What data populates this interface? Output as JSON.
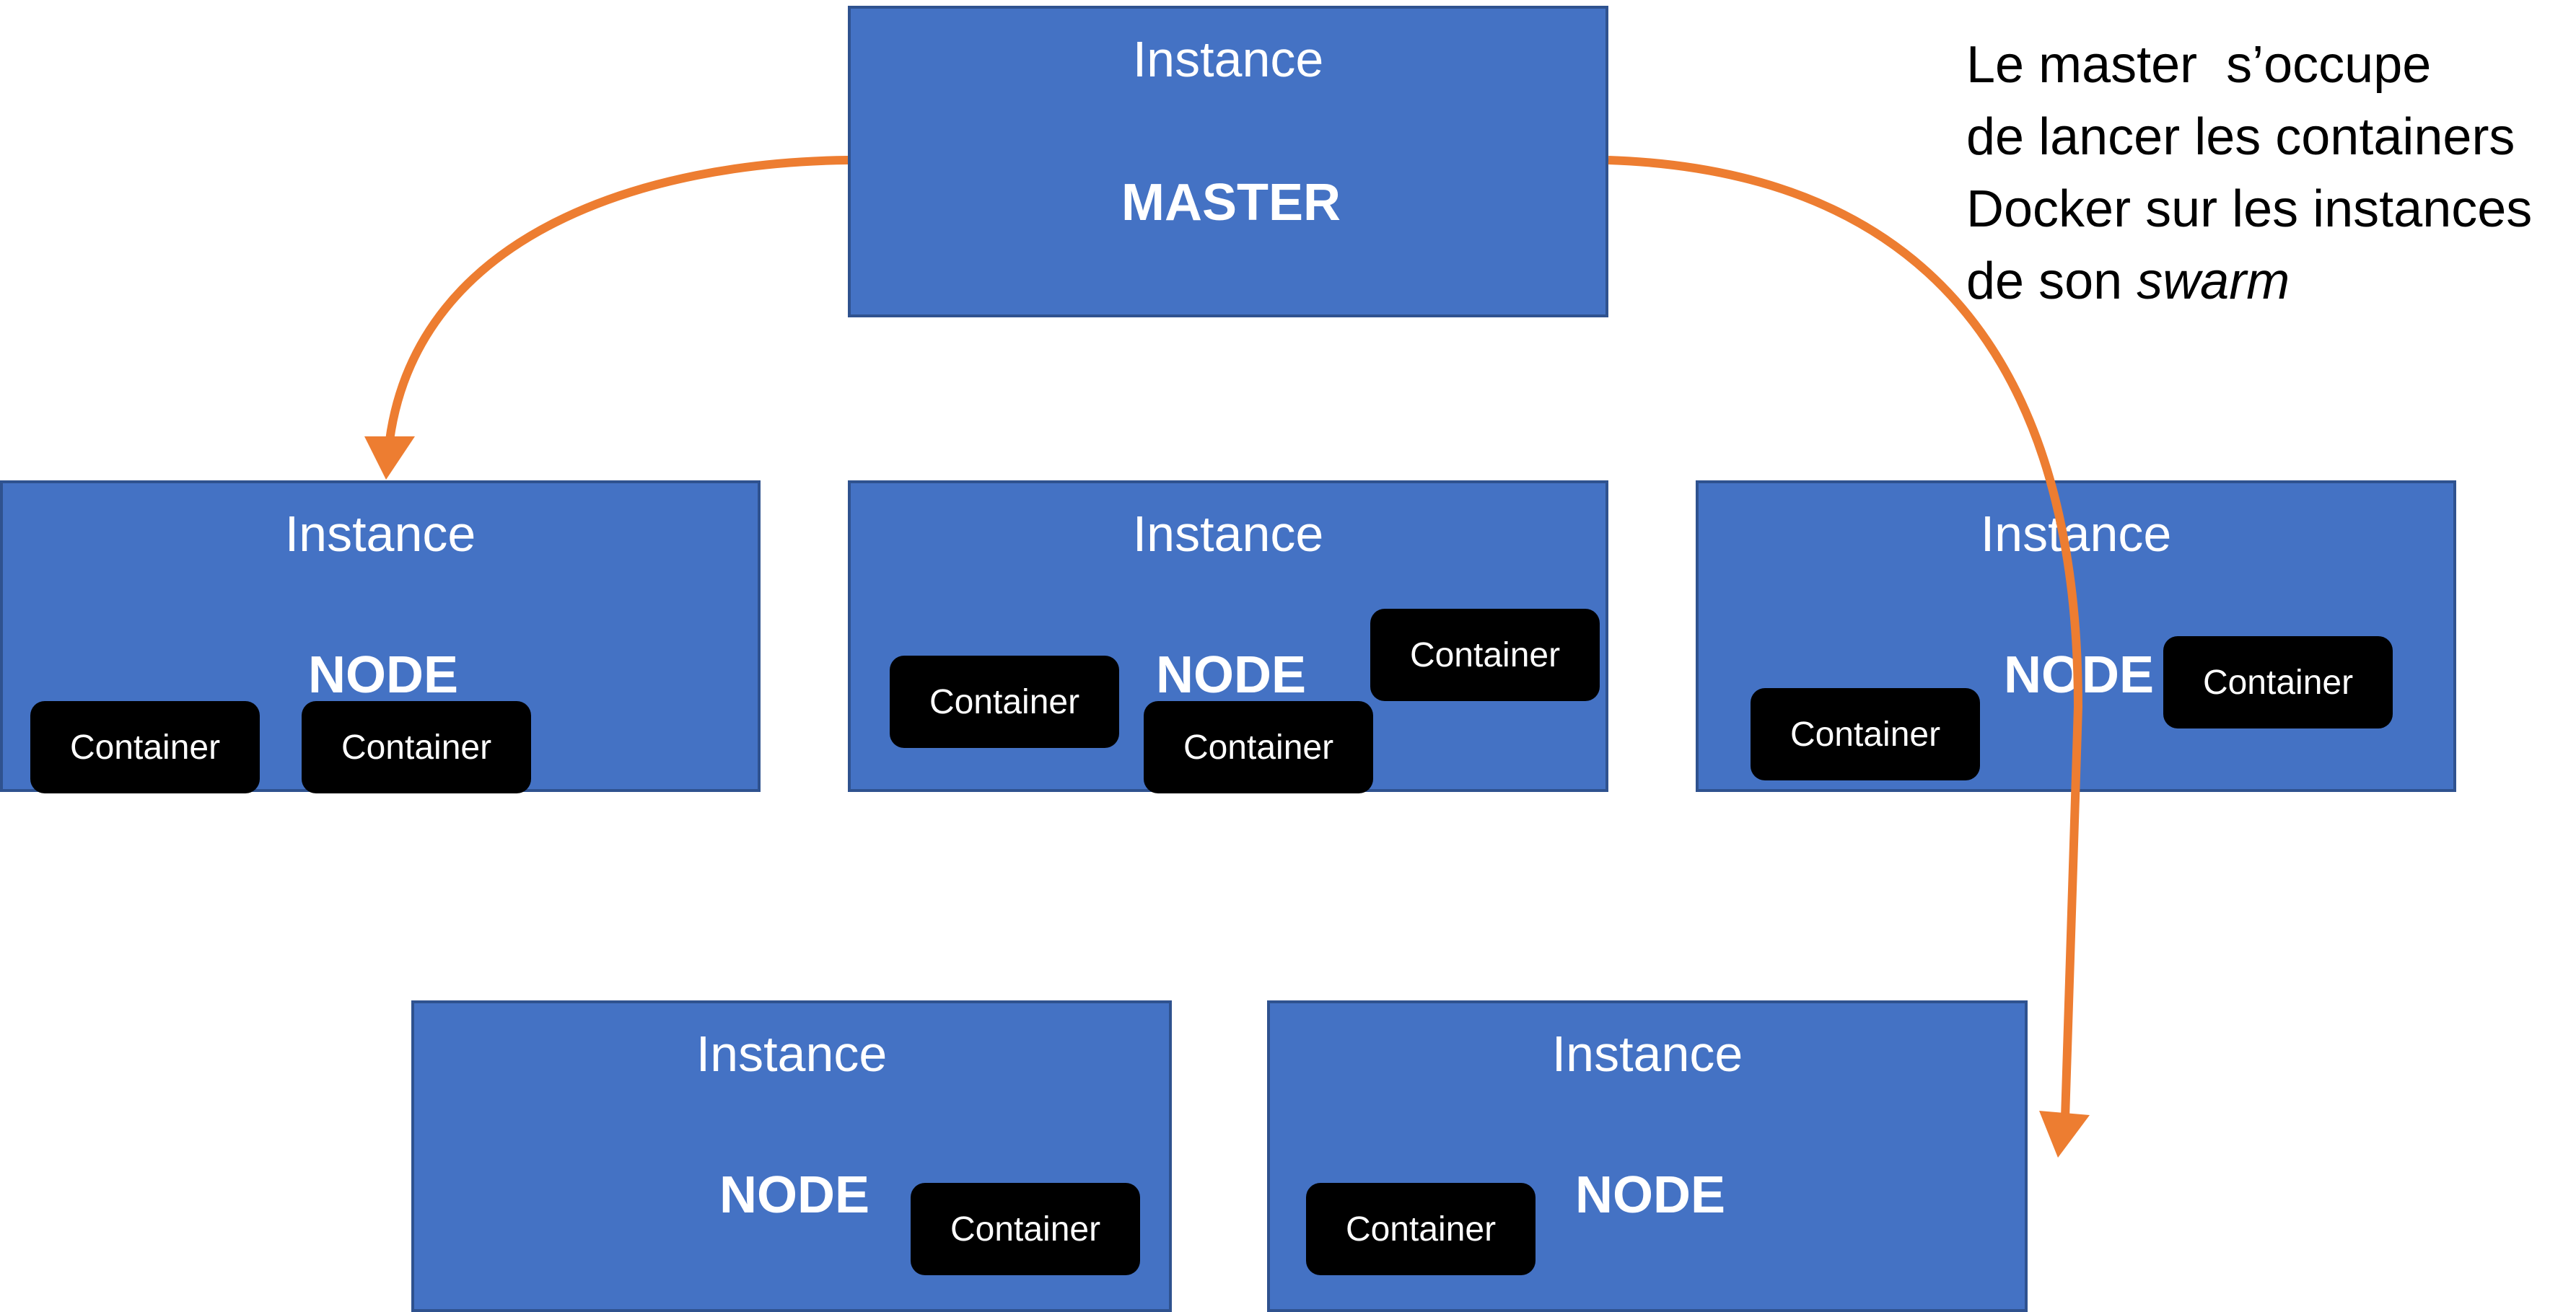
{
  "master": {
    "title": "Instance",
    "role": "MASTER"
  },
  "nodes": [
    {
      "title": "Instance",
      "role": "NODE",
      "containers": [
        "Container",
        "Container"
      ]
    },
    {
      "title": "Instance",
      "role": "NODE",
      "containers": [
        "Container",
        "Container",
        "Container"
      ]
    },
    {
      "title": "Instance",
      "role": "NODE",
      "containers": [
        "Container",
        "Container"
      ]
    },
    {
      "title": "Instance",
      "role": "NODE",
      "containers": [
        "Container"
      ]
    },
    {
      "title": "Instance",
      "role": "NODE",
      "containers": [
        "Container"
      ]
    }
  ],
  "note": {
    "line1": "Le master  s’occupe",
    "line2": "de lancer les containers",
    "line3": "Docker sur les instances",
    "line4_prefix": "de son ",
    "line4_italic": "swarm"
  },
  "colors": {
    "box_fill": "#4472c4",
    "box_border": "#2f528f",
    "arrow": "#ed7d31",
    "container": "#000000"
  }
}
